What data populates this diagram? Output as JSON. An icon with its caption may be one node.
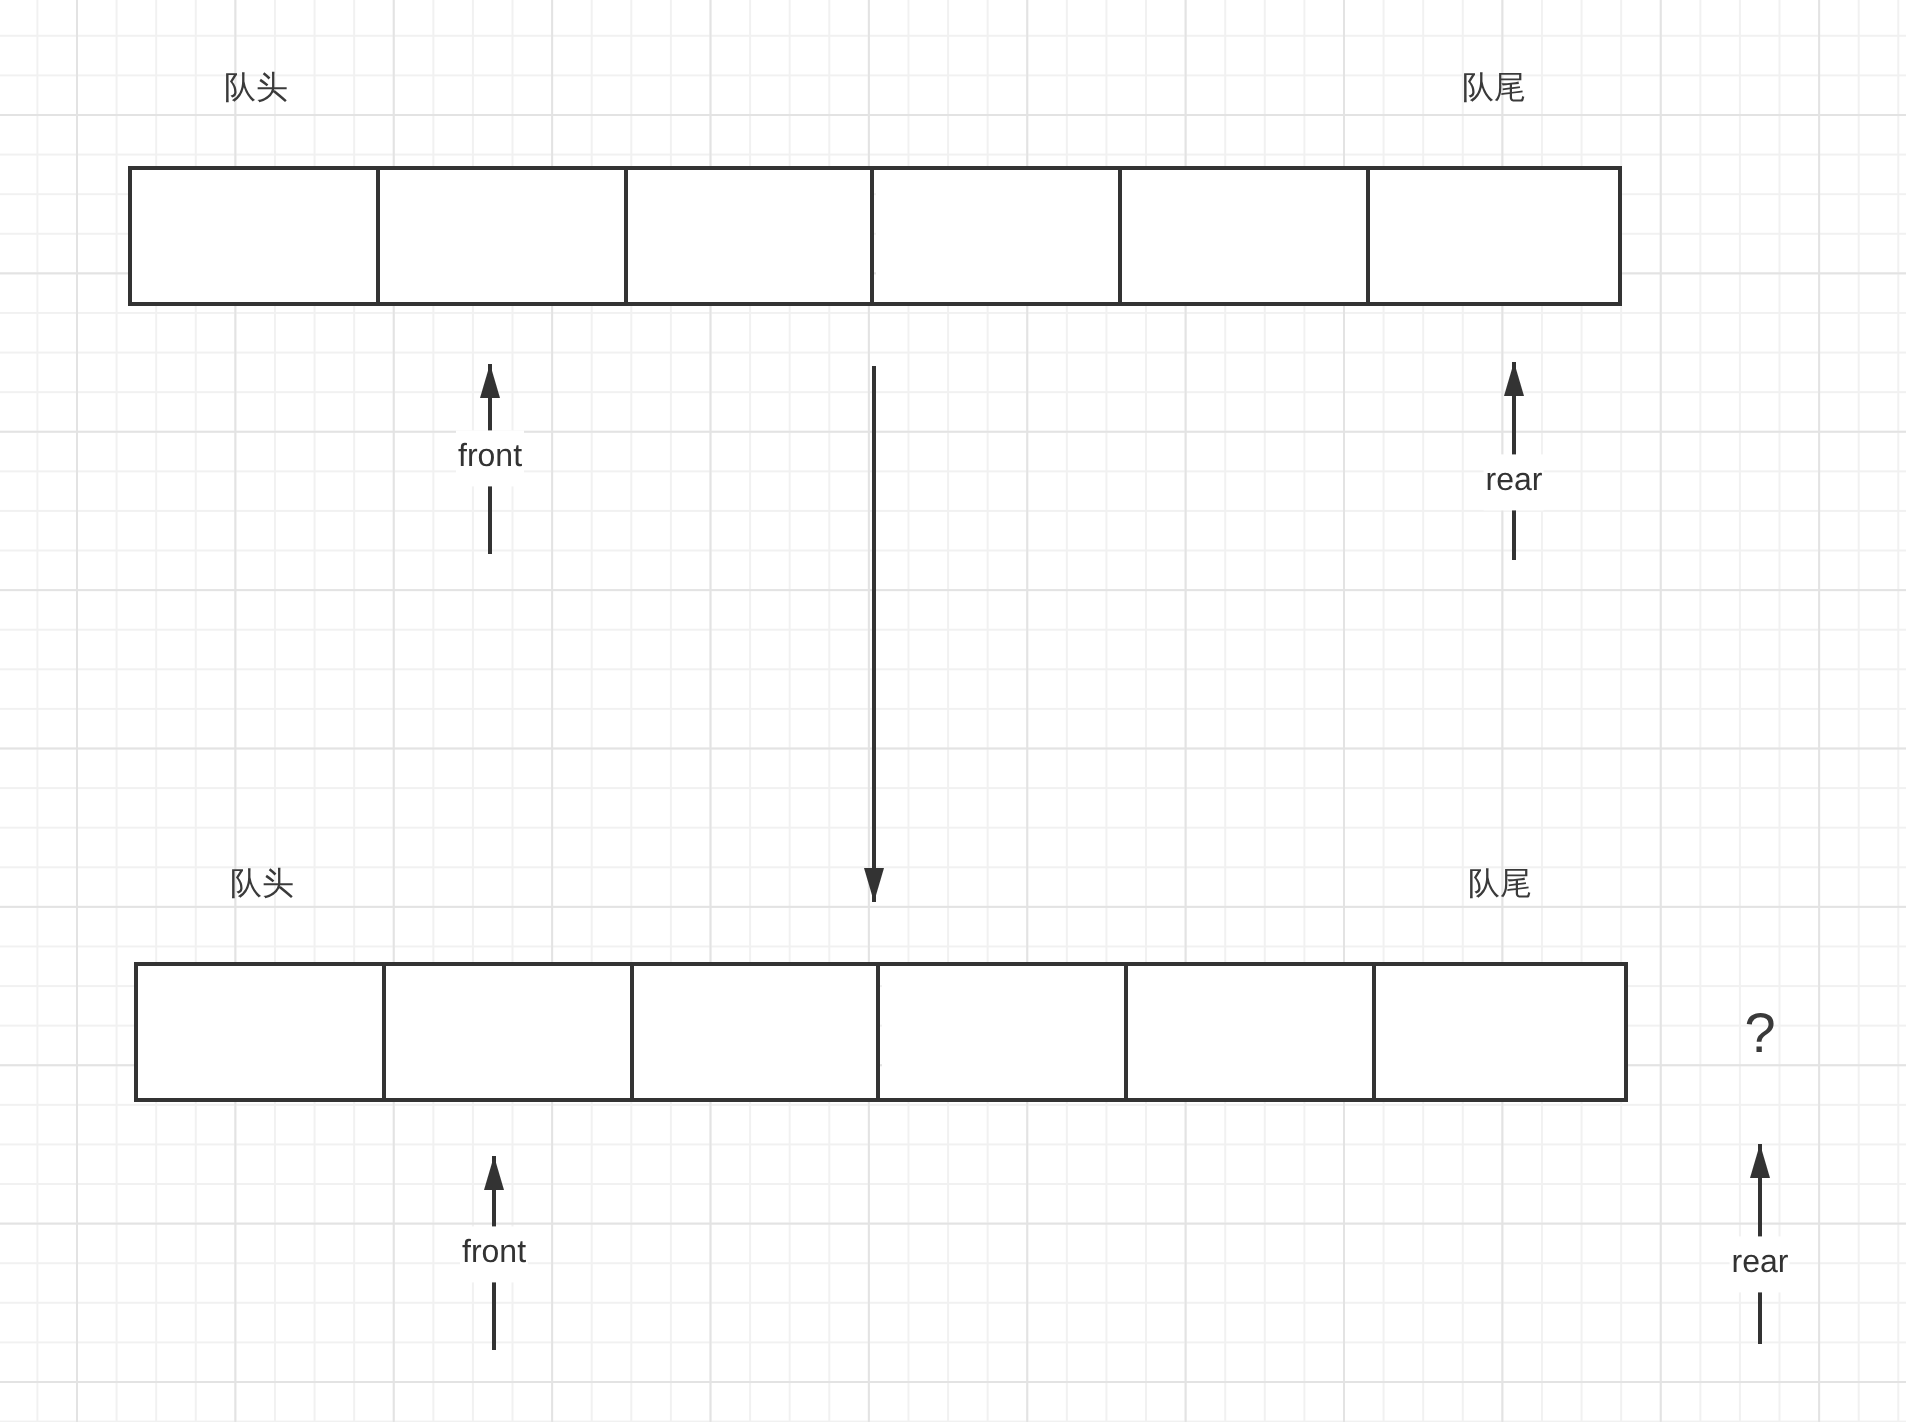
{
  "diagram": {
    "nodes": [
      {
        "text": [],
        "shape": "box"
      },
      {
        "text": [],
        "shape": "box",
        "in": 0,
        "beside": [
          "队头"
        ]
      },
      {
        "text": [],
        "shape": "box",
        "in": 0
      },
      {
        "text": [],
        "shape": "box",
        "in": 0
      },
      {
        "text": [],
        "shape": "box",
        "in": 0
      },
      {
        "text": [],
        "shape": "box",
        "in": 0
      },
      {
        "text": [],
        "shape": "box",
        "in": 0,
        "beside": [
          "队尾"
        ]
      },
      {
        "text": [],
        "shape": "box"
      },
      {
        "text": [],
        "shape": "box",
        "in": 7,
        "beside": [
          "队头"
        ]
      },
      {
        "text": [],
        "shape": "box",
        "in": 7
      },
      {
        "text": [],
        "shape": "box",
        "in": 7
      },
      {
        "text": [],
        "shape": "box",
        "in": 7
      },
      {
        "text": [],
        "shape": "box",
        "in": 7
      },
      {
        "text": [],
        "shape": "box",
        "in": 7,
        "beside": [
          "队尾"
        ]
      },
      {
        "text": [
          "?"
        ]
      }
    ],
    "edges": [
      {
        "from": null,
        "to": 2,
        "arrow": "to",
        "label": "front"
      },
      {
        "from": null,
        "to": 6,
        "arrow": "to",
        "label": "rear"
      },
      {
        "from": 0,
        "to": 7,
        "arrow": "to"
      },
      {
        "from": null,
        "to": 9,
        "arrow": "to",
        "label": "front"
      },
      {
        "from": null,
        "to": 14,
        "arrow": "to",
        "label": "rear"
      }
    ]
  }
}
